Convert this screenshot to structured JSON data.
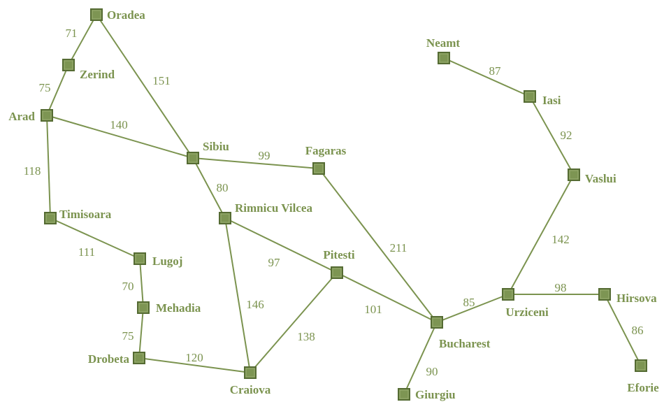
{
  "colors": {
    "line": "#7b934f",
    "node_fill": "#7d9553",
    "node_border": "#556b33",
    "text": "#7b934f"
  },
  "cities": [
    {
      "id": "oradea",
      "name": "Oradea"
    },
    {
      "id": "zerind",
      "name": "Zerind"
    },
    {
      "id": "arad",
      "name": "Arad"
    },
    {
      "id": "timisoara",
      "name": "Timisoara"
    },
    {
      "id": "lugoj",
      "name": "Lugoj"
    },
    {
      "id": "mehadia",
      "name": "Mehadia"
    },
    {
      "id": "drobeta",
      "name": "Drobeta"
    },
    {
      "id": "craiova",
      "name": "Craiova"
    },
    {
      "id": "sibiu",
      "name": "Sibiu"
    },
    {
      "id": "rimnicu",
      "name": "Rimnicu Vilcea"
    },
    {
      "id": "fagaras",
      "name": "Fagaras"
    },
    {
      "id": "pitesti",
      "name": "Pitesti"
    },
    {
      "id": "bucharest",
      "name": "Bucharest"
    },
    {
      "id": "giurgiu",
      "name": "Giurgiu"
    },
    {
      "id": "urziceni",
      "name": "Urziceni"
    },
    {
      "id": "hirsova",
      "name": "Hirsova"
    },
    {
      "id": "eforie",
      "name": "Eforie"
    },
    {
      "id": "vaslui",
      "name": "Vaslui"
    },
    {
      "id": "iasi",
      "name": "Iasi"
    },
    {
      "id": "neamt",
      "name": "Neamt"
    }
  ],
  "roads": [
    {
      "from": "oradea",
      "to": "zerind",
      "distance": "71"
    },
    {
      "from": "zerind",
      "to": "arad",
      "distance": "75"
    },
    {
      "from": "oradea",
      "to": "sibiu",
      "distance": "151"
    },
    {
      "from": "arad",
      "to": "sibiu",
      "distance": "140"
    },
    {
      "from": "arad",
      "to": "timisoara",
      "distance": "118"
    },
    {
      "from": "timisoara",
      "to": "lugoj",
      "distance": "111"
    },
    {
      "from": "lugoj",
      "to": "mehadia",
      "distance": "70"
    },
    {
      "from": "mehadia",
      "to": "drobeta",
      "distance": "75"
    },
    {
      "from": "drobeta",
      "to": "craiova",
      "distance": "120"
    },
    {
      "from": "sibiu",
      "to": "fagaras",
      "distance": "99"
    },
    {
      "from": "sibiu",
      "to": "rimnicu",
      "distance": "80"
    },
    {
      "from": "rimnicu",
      "to": "pitesti",
      "distance": "97"
    },
    {
      "from": "rimnicu",
      "to": "craiova",
      "distance": "146"
    },
    {
      "from": "craiova",
      "to": "pitesti",
      "distance": "138"
    },
    {
      "from": "pitesti",
      "to": "bucharest",
      "distance": "101"
    },
    {
      "from": "fagaras",
      "to": "bucharest",
      "distance": "211"
    },
    {
      "from": "bucharest",
      "to": "giurgiu",
      "distance": "90"
    },
    {
      "from": "bucharest",
      "to": "urziceni",
      "distance": "85"
    },
    {
      "from": "urziceni",
      "to": "hirsova",
      "distance": "98"
    },
    {
      "from": "hirsova",
      "to": "eforie",
      "distance": "86"
    },
    {
      "from": "urziceni",
      "to": "vaslui",
      "distance": "142"
    },
    {
      "from": "vaslui",
      "to": "iasi",
      "distance": "92"
    },
    {
      "from": "iasi",
      "to": "neamt",
      "distance": "87"
    }
  ]
}
